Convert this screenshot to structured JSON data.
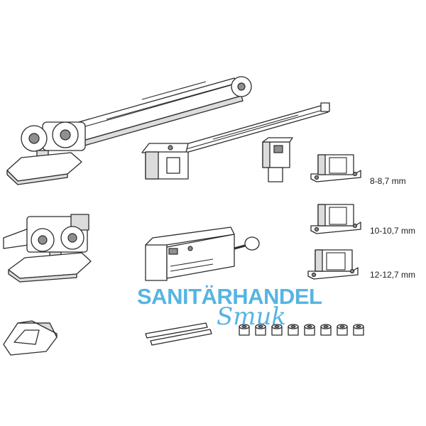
{
  "sizes": [
    {
      "label": "8-8,7 mm"
    },
    {
      "label": "10-10,7 mm"
    },
    {
      "label": "12-12,7 mm"
    }
  ],
  "watermark": {
    "line1": "SANITÄRHANDEL",
    "line2": "Smuk",
    "color": "#3aa7de"
  }
}
